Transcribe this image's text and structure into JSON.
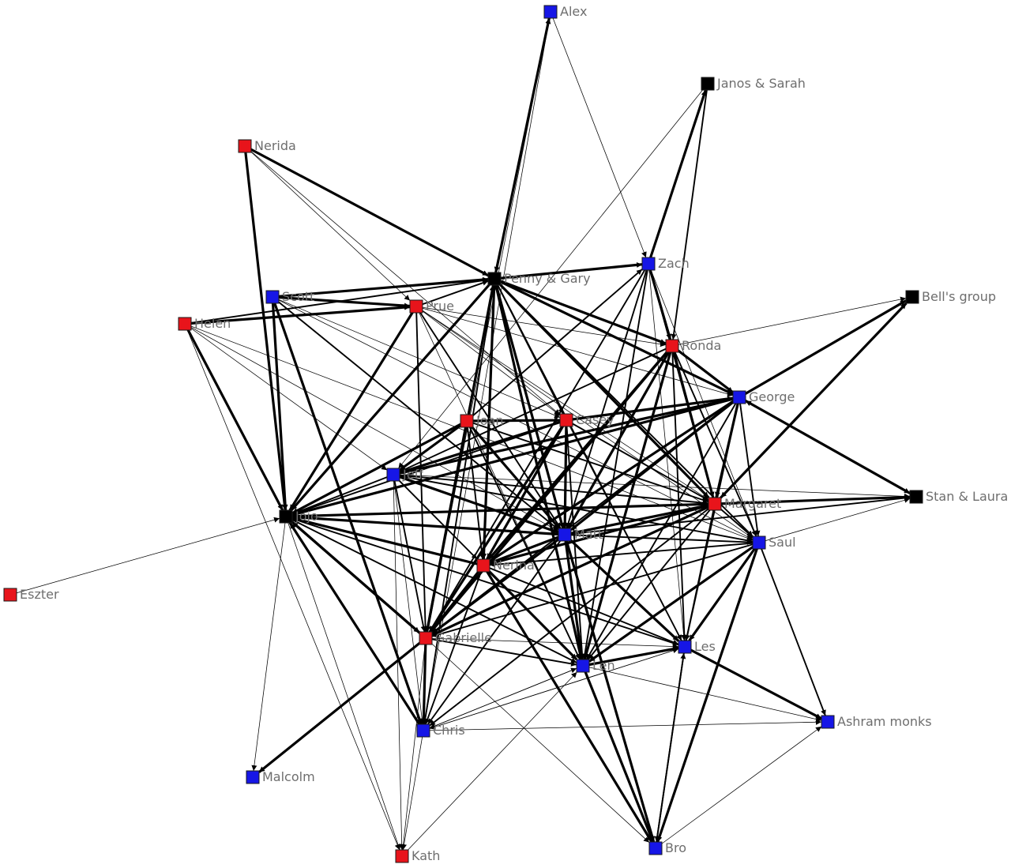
{
  "colors": {
    "female": "#e8141b",
    "male": "#1616e6",
    "group": "#000000",
    "edge": "#000000",
    "label": "#6e6e6e",
    "background": "#ffffff"
  },
  "nodes": [
    {
      "id": "Alex",
      "label": "Alex",
      "color": "male"
    },
    {
      "id": "JanosSarah",
      "label": "Janos & Sarah",
      "color": "group"
    },
    {
      "id": "Nerida",
      "label": "Nerida",
      "color": "female"
    },
    {
      "id": "Zach",
      "label": "Zach",
      "color": "male"
    },
    {
      "id": "PennyGary",
      "label": "Penny & Gary",
      "color": "group"
    },
    {
      "id": "Scott",
      "label": "Scott",
      "color": "male"
    },
    {
      "id": "Prue",
      "label": "Prue",
      "color": "female"
    },
    {
      "id": "Helen",
      "label": "Helen",
      "color": "female"
    },
    {
      "id": "BellsGroup",
      "label": "Bell's group",
      "color": "group"
    },
    {
      "id": "Ronda",
      "label": "Ronda",
      "color": "female"
    },
    {
      "id": "George",
      "label": "George",
      "color": "male"
    },
    {
      "id": "Joan",
      "label": "Joan",
      "color": "female"
    },
    {
      "id": "Casey",
      "label": "Casey",
      "color": "female"
    },
    {
      "id": "Jeff",
      "label": "Jeff",
      "color": "male"
    },
    {
      "id": "StanLaura",
      "label": "Stan & Laura",
      "color": "group"
    },
    {
      "id": "Margaret",
      "label": "Margaret",
      "color": "female"
    },
    {
      "id": "Jojo",
      "label": "Jojo",
      "color": "group"
    },
    {
      "id": "Matt",
      "label": "Matt",
      "color": "male"
    },
    {
      "id": "Saul",
      "label": "Saul",
      "color": "male"
    },
    {
      "id": "Nerina",
      "label": "Nerina",
      "color": "female"
    },
    {
      "id": "Eszter",
      "label": "Eszter",
      "color": "female"
    },
    {
      "id": "Gabrielle",
      "label": "Gabrielle",
      "color": "female"
    },
    {
      "id": "Les",
      "label": "Les",
      "color": "male"
    },
    {
      "id": "Len",
      "label": "Len",
      "color": "male"
    },
    {
      "id": "Chris",
      "label": "Chris",
      "color": "male"
    },
    {
      "id": "AshramMonks",
      "label": "Ashram monks",
      "color": "male"
    },
    {
      "id": "Malcolm",
      "label": "Malcolm",
      "color": "male"
    },
    {
      "id": "Kath",
      "label": "Kath",
      "color": "female"
    },
    {
      "id": "Bro",
      "label": "Bro",
      "color": "male"
    }
  ],
  "edges": [
    {
      "source": "Nerida",
      "target": "PennyGary",
      "weight": 3
    },
    {
      "source": "Nerida",
      "target": "Jojo",
      "weight": 3
    },
    {
      "source": "Nerida",
      "target": "Prue",
      "weight": 1
    },
    {
      "source": "Nerida",
      "target": "Casey",
      "weight": 1
    },
    {
      "source": "Helen",
      "target": "PennyGary",
      "weight": 2
    },
    {
      "source": "Helen",
      "target": "Prue",
      "weight": 3
    },
    {
      "source": "Helen",
      "target": "Jojo",
      "weight": 3
    },
    {
      "source": "Helen",
      "target": "Matt",
      "weight": 1
    },
    {
      "source": "Helen",
      "target": "Jeff",
      "weight": 1
    },
    {
      "source": "Scott",
      "target": "Prue",
      "weight": 3
    },
    {
      "source": "Scott",
      "target": "PennyGary",
      "weight": 3
    },
    {
      "source": "Scott",
      "target": "Jojo",
      "weight": 3
    },
    {
      "source": "Scott",
      "target": "Chris",
      "weight": 3
    },
    {
      "source": "Scott",
      "target": "Matt",
      "weight": 2
    },
    {
      "source": "Scott",
      "target": "Casey",
      "weight": 1
    },
    {
      "source": "Prue",
      "target": "PennyGary",
      "weight": 2
    },
    {
      "source": "Prue",
      "target": "Ronda",
      "weight": 1
    },
    {
      "source": "Prue",
      "target": "George",
      "weight": 1
    },
    {
      "source": "Prue",
      "target": "Gabrielle",
      "weight": 2
    },
    {
      "source": "Prue",
      "target": "Matt",
      "weight": 2
    },
    {
      "source": "Prue",
      "target": "Casey",
      "weight": 1
    },
    {
      "source": "Prue",
      "target": "Margaret",
      "weight": 1
    },
    {
      "source": "Prue",
      "target": "Len",
      "weight": 1
    },
    {
      "source": "Prue",
      "target": "Saul",
      "weight": 1
    },
    {
      "source": "Prue",
      "target": "Jojo",
      "weight": 3
    },
    {
      "source": "PennyGary",
      "target": "Alex",
      "weight": 3
    },
    {
      "source": "PennyGary",
      "target": "Zach",
      "weight": 3
    },
    {
      "source": "PennyGary",
      "target": "Ronda",
      "weight": 3
    },
    {
      "source": "PennyGary",
      "target": "George",
      "weight": 3
    },
    {
      "source": "PennyGary",
      "target": "Casey",
      "weight": 2
    },
    {
      "source": "PennyGary",
      "target": "Margaret",
      "weight": 3
    },
    {
      "source": "PennyGary",
      "target": "Matt",
      "weight": 3
    },
    {
      "source": "PennyGary",
      "target": "Len",
      "weight": 3
    },
    {
      "source": "PennyGary",
      "target": "Gabrielle",
      "weight": 3
    },
    {
      "source": "PennyGary",
      "target": "Nerina",
      "weight": 3
    },
    {
      "source": "PennyGary",
      "target": "Jojo",
      "weight": 3
    },
    {
      "source": "PennyGary",
      "target": "Saul",
      "weight": 2
    },
    {
      "source": "PennyGary",
      "target": "Les",
      "weight": 2
    },
    {
      "source": "PennyGary",
      "target": "Chris",
      "weight": 2
    },
    {
      "source": "Alex",
      "target": "Zach",
      "weight": 1
    },
    {
      "source": "Alex",
      "target": "Chris",
      "weight": 1
    },
    {
      "source": "Alex",
      "target": "Gabrielle",
      "weight": 1
    },
    {
      "source": "Zach",
      "target": "JanosSarah",
      "weight": 3
    },
    {
      "source": "Zach",
      "target": "Ronda",
      "weight": 3
    },
    {
      "source": "Zach",
      "target": "Margaret",
      "weight": 2
    },
    {
      "source": "Zach",
      "target": "Matt",
      "weight": 2
    },
    {
      "source": "Zach",
      "target": "Gabrielle",
      "weight": 2
    },
    {
      "source": "Zach",
      "target": "Len",
      "weight": 2
    },
    {
      "source": "Zach",
      "target": "Les",
      "weight": 1
    },
    {
      "source": "Zach",
      "target": "Saul",
      "weight": 1
    },
    {
      "source": "JanosSarah",
      "target": "Ronda",
      "weight": 2
    },
    {
      "source": "JanosSarah",
      "target": "Jeff",
      "weight": 1
    },
    {
      "source": "Ronda",
      "target": "BellsGroup",
      "weight": 1
    },
    {
      "source": "Ronda",
      "target": "George",
      "weight": 3
    },
    {
      "source": "Ronda",
      "target": "Margaret",
      "weight": 3
    },
    {
      "source": "Ronda",
      "target": "Matt",
      "weight": 3
    },
    {
      "source": "Ronda",
      "target": "Nerina",
      "weight": 3
    },
    {
      "source": "Ronda",
      "target": "Gabrielle",
      "weight": 3
    },
    {
      "source": "Ronda",
      "target": "Len",
      "weight": 3
    },
    {
      "source": "Ronda",
      "target": "Les",
      "weight": 2
    },
    {
      "source": "Ronda",
      "target": "Saul",
      "weight": 2
    },
    {
      "source": "Ronda",
      "target": "Jeff",
      "weight": 2
    },
    {
      "source": "George",
      "target": "BellsGroup",
      "weight": 3
    },
    {
      "source": "George",
      "target": "StanLaura",
      "weight": 3
    },
    {
      "source": "George",
      "target": "Margaret",
      "weight": 3
    },
    {
      "source": "George",
      "target": "Matt",
      "weight": 3
    },
    {
      "source": "George",
      "target": "Saul",
      "weight": 2
    },
    {
      "source": "George",
      "target": "Jeff",
      "weight": 3
    },
    {
      "source": "George",
      "target": "Jojo",
      "weight": 3
    },
    {
      "source": "George",
      "target": "Nerina",
      "weight": 3
    },
    {
      "source": "George",
      "target": "Len",
      "weight": 2
    },
    {
      "source": "George",
      "target": "Les",
      "weight": 2
    },
    {
      "source": "George",
      "target": "Gabrielle",
      "weight": 2
    },
    {
      "source": "Joan",
      "target": "Casey",
      "weight": 3
    },
    {
      "source": "Joan",
      "target": "Jojo",
      "weight": 3
    },
    {
      "source": "Joan",
      "target": "Jeff",
      "weight": 3
    },
    {
      "source": "Joan",
      "target": "Matt",
      "weight": 3
    },
    {
      "source": "Joan",
      "target": "Nerina",
      "weight": 2
    },
    {
      "source": "Joan",
      "target": "Gabrielle",
      "weight": 3
    },
    {
      "source": "Joan",
      "target": "Len",
      "weight": 2
    },
    {
      "source": "Joan",
      "target": "Margaret",
      "weight": 2
    },
    {
      "source": "Joan",
      "target": "Zach",
      "weight": 2
    },
    {
      "source": "Joan",
      "target": "PennyGary",
      "weight": 2
    },
    {
      "source": "Casey",
      "target": "Jeff",
      "weight": 3
    },
    {
      "source": "Casey",
      "target": "Jojo",
      "weight": 2
    },
    {
      "source": "Casey",
      "target": "Matt",
      "weight": 3
    },
    {
      "source": "Casey",
      "target": "Margaret",
      "weight": 2
    },
    {
      "source": "Casey",
      "target": "Nerina",
      "weight": 3
    },
    {
      "source": "Casey",
      "target": "Gabrielle",
      "weight": 3
    },
    {
      "source": "Casey",
      "target": "Len",
      "weight": 2
    },
    {
      "source": "Casey",
      "target": "George",
      "weight": 3
    },
    {
      "source": "Casey",
      "target": "Les",
      "weight": 1
    },
    {
      "source": "Jeff",
      "target": "Matt",
      "weight": 3
    },
    {
      "source": "Jeff",
      "target": "Margaret",
      "weight": 2
    },
    {
      "source": "Jeff",
      "target": "StanLaura",
      "weight": 1
    },
    {
      "source": "Jeff",
      "target": "Saul",
      "weight": 2
    },
    {
      "source": "Jeff",
      "target": "Nerina",
      "weight": 2
    },
    {
      "source": "Jeff",
      "target": "Gabrielle",
      "weight": 2
    },
    {
      "source": "Jeff",
      "target": "Chris",
      "weight": 1
    },
    {
      "source": "Jeff",
      "target": "Kath",
      "weight": 1
    },
    {
      "source": "Jeff",
      "target": "Jojo",
      "weight": 2
    },
    {
      "source": "Margaret",
      "target": "StanLaura",
      "weight": 3
    },
    {
      "source": "Margaret",
      "target": "BellsGroup",
      "weight": 3
    },
    {
      "source": "Margaret",
      "target": "Matt",
      "weight": 3
    },
    {
      "source": "Margaret",
      "target": "Saul",
      "weight": 2
    },
    {
      "source": "Margaret",
      "target": "Les",
      "weight": 2
    },
    {
      "source": "Margaret",
      "target": "Len",
      "weight": 2
    },
    {
      "source": "Margaret",
      "target": "Nerina",
      "weight": 3
    },
    {
      "source": "Margaret",
      "target": "Gabrielle",
      "weight": 3
    },
    {
      "source": "Margaret",
      "target": "Jojo",
      "weight": 3
    },
    {
      "source": "Margaret",
      "target": "Chris",
      "weight": 2
    },
    {
      "source": "Matt",
      "target": "Saul",
      "weight": 2
    },
    {
      "source": "Matt",
      "target": "Nerina",
      "weight": 3
    },
    {
      "source": "Matt",
      "target": "Les",
      "weight": 3
    },
    {
      "source": "Matt",
      "target": "Len",
      "weight": 3
    },
    {
      "source": "Matt",
      "target": "Gabrielle",
      "weight": 3
    },
    {
      "source": "Matt",
      "target": "Jojo",
      "weight": 3
    },
    {
      "source": "Matt",
      "target": "Chris",
      "weight": 2
    },
    {
      "source": "Matt",
      "target": "Bro",
      "weight": 3
    },
    {
      "source": "Matt",
      "target": "StanLaura",
      "weight": 2
    },
    {
      "source": "Saul",
      "target": "StanLaura",
      "weight": 1
    },
    {
      "source": "Saul",
      "target": "AshramMonks",
      "weight": 2
    },
    {
      "source": "Saul",
      "target": "Les",
      "weight": 3
    },
    {
      "source": "Saul",
      "target": "Len",
      "weight": 3
    },
    {
      "source": "Saul",
      "target": "Bro",
      "weight": 3
    },
    {
      "source": "Saul",
      "target": "Nerina",
      "weight": 2
    },
    {
      "source": "Saul",
      "target": "Gabrielle",
      "weight": 2
    },
    {
      "source": "Nerina",
      "target": "Gabrielle",
      "weight": 3
    },
    {
      "source": "Nerina",
      "target": "Len",
      "weight": 3
    },
    {
      "source": "Nerina",
      "target": "Les",
      "weight": 2
    },
    {
      "source": "Nerina",
      "target": "Bro",
      "weight": 3
    },
    {
      "source": "Nerina",
      "target": "Jojo",
      "weight": 3
    },
    {
      "source": "Nerina",
      "target": "Chris",
      "weight": 2
    },
    {
      "source": "Gabrielle",
      "target": "Malcolm",
      "weight": 3
    },
    {
      "source": "Gabrielle",
      "target": "Chris",
      "weight": 3
    },
    {
      "source": "Gabrielle",
      "target": "Len",
      "weight": 2
    },
    {
      "source": "Gabrielle",
      "target": "Les",
      "weight": 1
    },
    {
      "source": "Gabrielle",
      "target": "Kath",
      "weight": 1
    },
    {
      "source": "Gabrielle",
      "target": "Bro",
      "weight": 1
    },
    {
      "source": "Gabrielle",
      "target": "Jojo",
      "weight": 3
    },
    {
      "source": "Len",
      "target": "Les",
      "weight": 3
    },
    {
      "source": "Len",
      "target": "Bro",
      "weight": 3
    },
    {
      "source": "Len",
      "target": "AshramMonks",
      "weight": 1
    },
    {
      "source": "Len",
      "target": "Chris",
      "weight": 1
    },
    {
      "source": "Les",
      "target": "AshramMonks",
      "weight": 3
    },
    {
      "source": "Les",
      "target": "Bro",
      "weight": 2
    },
    {
      "source": "Les",
      "target": "Chris",
      "weight": 1
    },
    {
      "source": "Chris",
      "target": "Jojo",
      "weight": 3
    },
    {
      "source": "Chris",
      "target": "Kath",
      "weight": 1
    },
    {
      "source": "Chris",
      "target": "Les",
      "weight": 1
    },
    {
      "source": "Jojo",
      "target": "Malcolm",
      "weight": 1
    },
    {
      "source": "Jojo",
      "target": "Kath",
      "weight": 1
    },
    {
      "source": "Jojo",
      "target": "Gabrielle",
      "weight": 3
    },
    {
      "source": "Jojo",
      "target": "Len",
      "weight": 2
    },
    {
      "source": "Jojo",
      "target": "Les",
      "weight": 2
    },
    {
      "source": "Eszter",
      "target": "Jojo",
      "weight": 1
    },
    {
      "source": "Helen",
      "target": "Kath",
      "weight": 1
    },
    {
      "source": "Kath",
      "target": "Len",
      "weight": 1
    },
    {
      "source": "Bro",
      "target": "AshramMonks",
      "weight": 1
    },
    {
      "source": "Bro",
      "target": "Les",
      "weight": 2
    },
    {
      "source": "Alex",
      "target": "PennyGary",
      "weight": 1
    },
    {
      "source": "StanLaura",
      "target": "George",
      "weight": 1
    },
    {
      "source": "BellsGroup",
      "target": "Margaret",
      "weight": 2
    },
    {
      "source": "Scott",
      "target": "Saul",
      "weight": 1
    },
    {
      "source": "Helen",
      "target": "Saul",
      "weight": 1
    },
    {
      "source": "Chris",
      "target": "AshramMonks",
      "weight": 1
    },
    {
      "source": "Chris",
      "target": "Len",
      "weight": 1
    }
  ]
}
